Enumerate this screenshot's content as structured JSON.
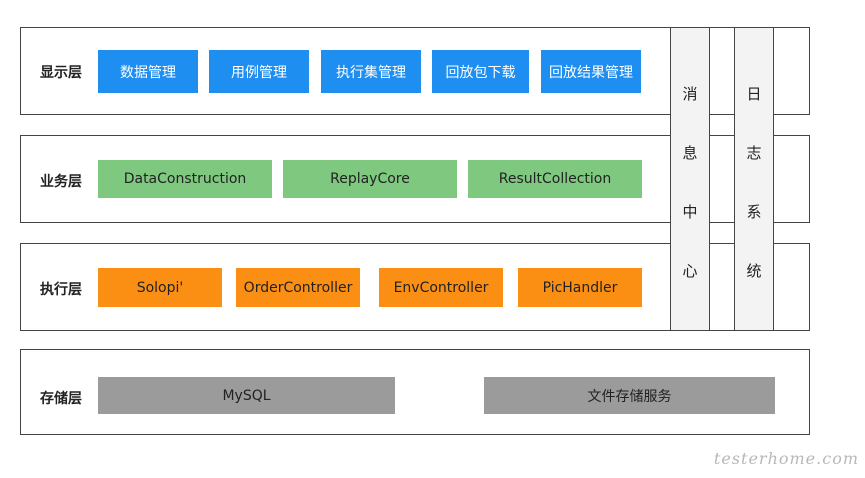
{
  "layers": {
    "presentation": {
      "label": "显示层",
      "items": [
        "数据管理",
        "用例管理",
        "执行集管理",
        "回放包下载",
        "回放结果管理"
      ]
    },
    "business": {
      "label": "业务层",
      "items": [
        "DataConstruction",
        "ReplayCore",
        "ResultCollection"
      ]
    },
    "execution": {
      "label": "执行层",
      "items": [
        "Solopi'",
        "OrderController",
        "EnvController",
        "PicHandler"
      ]
    },
    "storage": {
      "label": "存储层",
      "items": [
        "MySQL",
        "文件存储服务"
      ]
    }
  },
  "side_columns": {
    "message_center": [
      "消",
      "息",
      "中",
      "心"
    ],
    "log_system": [
      "日",
      "志",
      "系",
      "统"
    ]
  },
  "watermark": "testerhome.com",
  "colors": {
    "presentation": "#1e8ef0",
    "business": "#7ec87f",
    "execution": "#fb8f14",
    "storage": "#9b9b9b"
  }
}
